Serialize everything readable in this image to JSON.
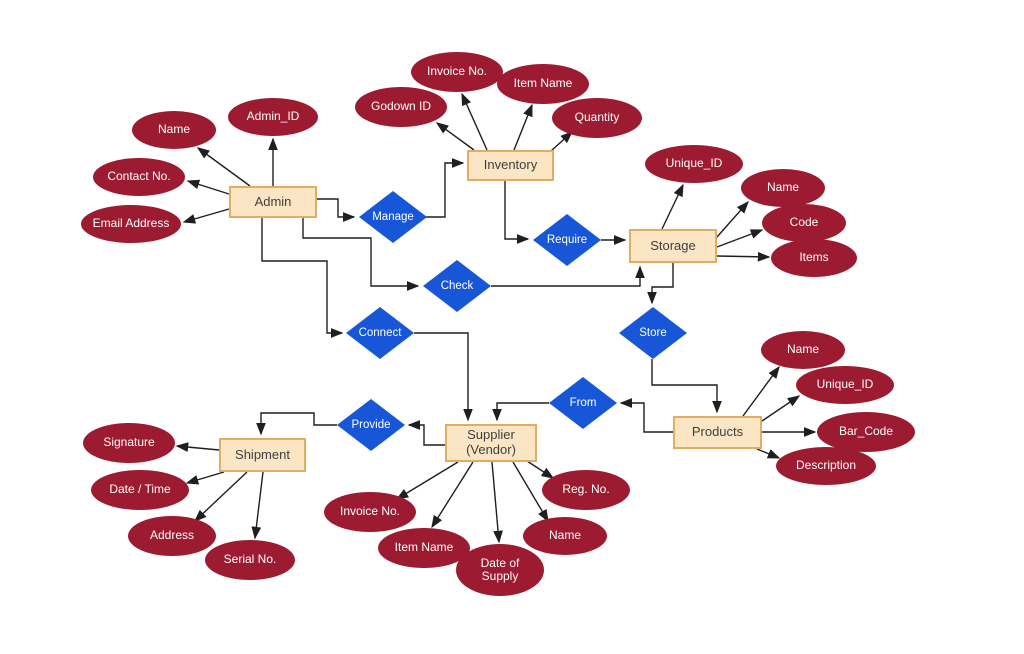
{
  "colors": {
    "background": "#FFFFFF",
    "entity_fill": "#FAE5C4",
    "entity_border": "#E2AC63",
    "entity_text": "#3F3F3F",
    "attribute_fill": "#9C1B30",
    "relationship_fill": "#1757D7",
    "node_text": "#FFFFFF",
    "connector": "#1F1F1F"
  },
  "entities": {
    "admin": {
      "label": "Admin"
    },
    "inventory": {
      "label": "Inventory"
    },
    "storage": {
      "label": "Storage"
    },
    "products": {
      "label": "Products"
    },
    "supplier": {
      "label": "Supplier",
      "sublabel": "(Vendor)"
    },
    "shipment": {
      "label": "Shipment"
    }
  },
  "relationships": {
    "manage": {
      "label": "Manage"
    },
    "require": {
      "label": "Require"
    },
    "check": {
      "label": "Check"
    },
    "connect": {
      "label": "Connect"
    },
    "store": {
      "label": "Store"
    },
    "from": {
      "label": "From"
    },
    "provide": {
      "label": "Provide"
    }
  },
  "attributes": {
    "admin": [
      "Name",
      "Admin_ID",
      "Contact No.",
      "Email Address"
    ],
    "inventory": [
      "Godown ID",
      "Invoice No.",
      "Item Name",
      "Quantity"
    ],
    "storage": [
      "Unique_ID",
      "Name",
      "Code",
      "Items"
    ],
    "products": [
      "Name",
      "Unique_ID",
      "Bar_Code",
      "Description"
    ],
    "shipment": [
      "Signature",
      "Date / Time",
      "Address",
      "Serial No."
    ],
    "supplier": [
      "Invoice No.",
      "Item Name",
      "Date of Supply",
      "Name",
      "Reg. No."
    ]
  }
}
